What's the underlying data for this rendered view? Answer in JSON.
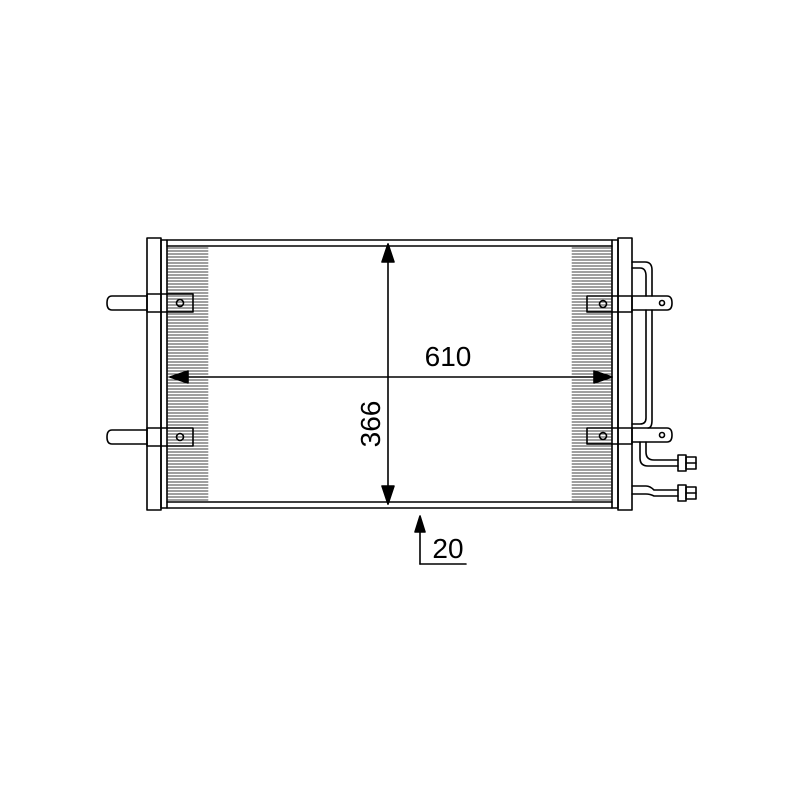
{
  "drawing": {
    "subject": "condenser-technical-drawing",
    "line_color": "#000000",
    "background_color": "#ffffff"
  },
  "dimensions": {
    "width_label": "610",
    "height_label": "366",
    "depth_label": "20"
  }
}
